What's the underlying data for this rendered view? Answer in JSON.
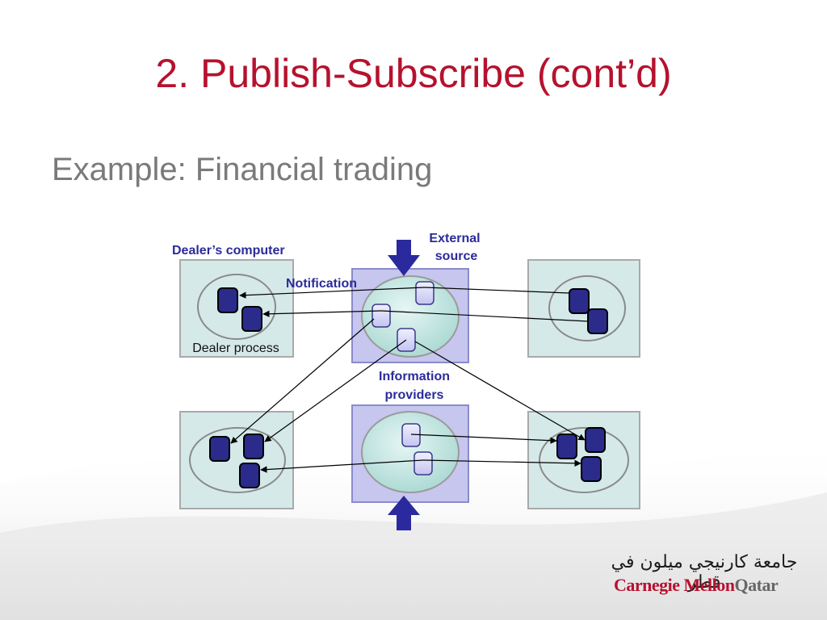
{
  "slide": {
    "title": "2. Publish-Subscribe (cont’d)",
    "subtitle": "Example: Financial trading"
  },
  "diagram": {
    "labels": {
      "dealers_computer": "Dealer’s computer",
      "notification": "Notification",
      "external_source_line1": "External",
      "external_source_line2": "source",
      "dealer_process": "Dealer process",
      "information_providers_line1": "Information",
      "information_providers_line2": "providers"
    }
  },
  "logo": {
    "arabic": "جامعة كارنيجي ميلون في قطر",
    "name_part1": "Carnegie Mellon",
    "name_part2": "Qatar"
  },
  "colors": {
    "title": "#b5122e",
    "subtitle": "#7a7a7a",
    "label": "#2b2b9a",
    "box_fill": "#d5e9e9",
    "provider_fill": "#c6c6ee",
    "process_dark": "#2b2b8c",
    "process_light": "#d7d7f7",
    "arrow": "#2a2a9e"
  }
}
